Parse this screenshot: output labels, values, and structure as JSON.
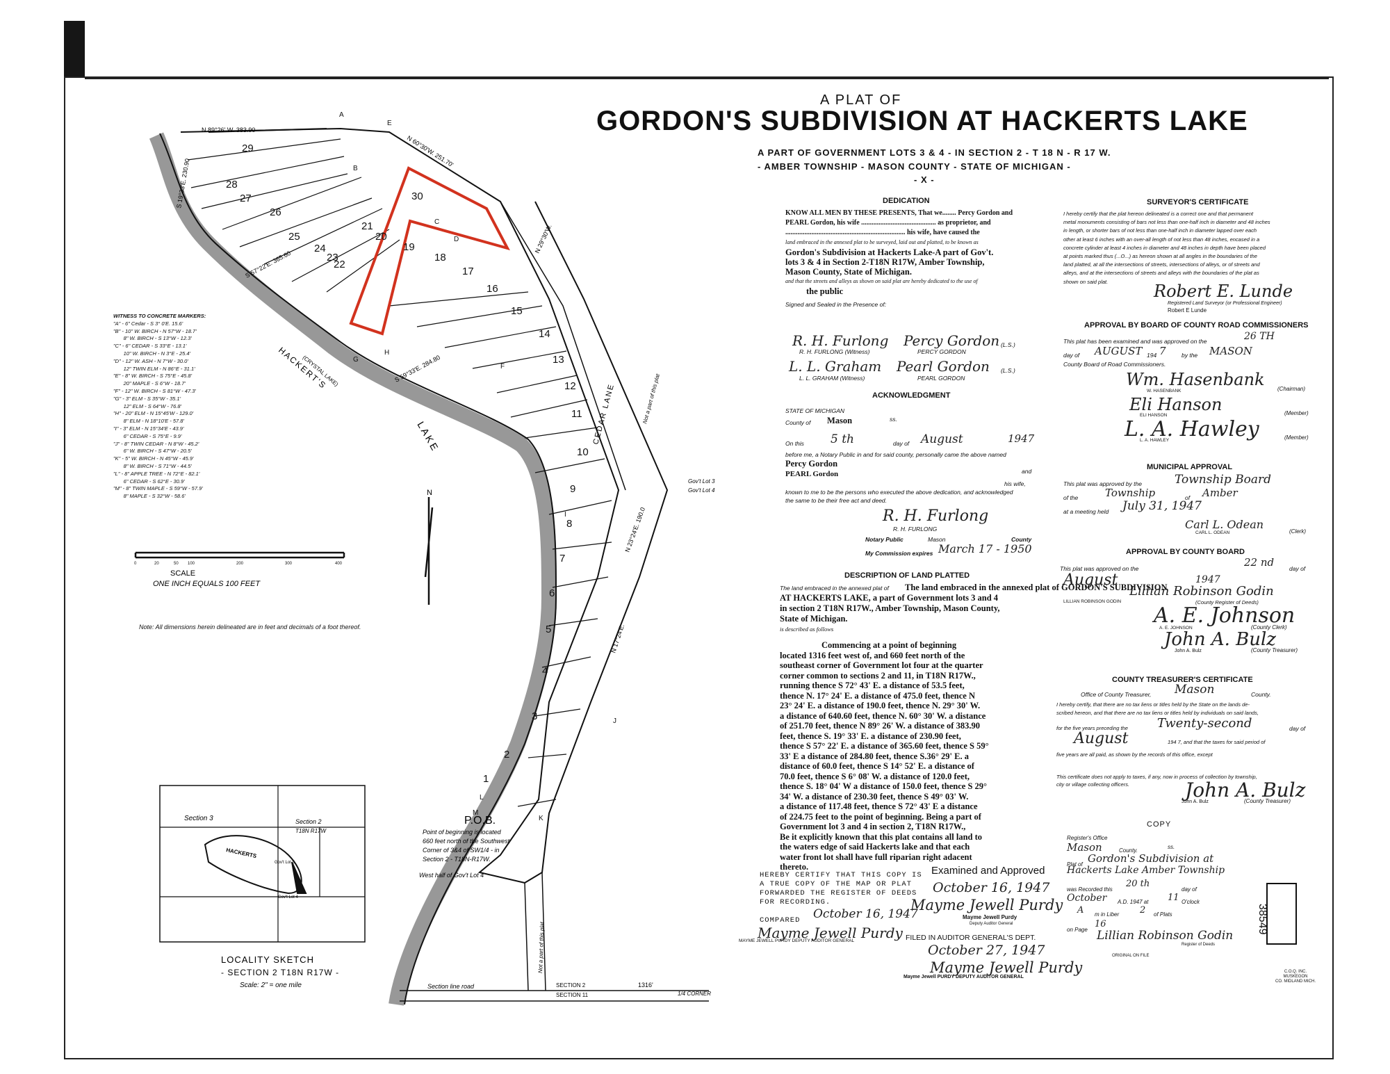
{
  "header": {
    "plat_of": "A PLAT OF",
    "title": "GORDON'S   SUBDIVISION   AT  HACKERTS  LAKE",
    "subtitle_1": "A  PART  OF  GOVERNMENT  LOTS  3  &  4 - IN  SECTION  2 - T 18 N - R 17 W.",
    "subtitle_2": "- AMBER  TOWNSHIP  -  MASON  COUNTY  -  STATE  OF  MICHIGAN -",
    "subtitle_3": "- X -"
  },
  "dedication": {
    "title": "DEDICATION",
    "lines": [
      "KNOW ALL MEN BY THESE PRESENTS, That we........ Percy Gordon and",
      "PEARL  Gordon, his wife ........................................... as proprietor, and",
      "..................................................................... his wife, have caused the",
      "land embraced in the annexed plat to be surveyed, laid out and platted, to be known as",
      "Gordon's Subdivision at Hackerts Lake-A part of Gov't.",
      "lots 3 & 4 in Section 2-T18N R17W, Amber Township,",
      "Mason County, State of Michigan.",
      "and that the streets and alleys as shown on said plat are hereby dedicated to the use of",
      "the public"
    ],
    "signed_label": "Signed and Sealed in the Presence of:",
    "witness_1": "R. H. FURLONG (Witness)",
    "witness_2": "L. L. GRAHAM (Witness)",
    "signer_1": "PERCY  GORDON",
    "signer_2": "PEARL  GORDON",
    "ls": "(L.S.)"
  },
  "acknowledgment": {
    "title": "ACKNOWLEDGMENT",
    "state": "STATE OF MICHIGAN",
    "county_label": "County of",
    "county": "Mason",
    "ss": "ss.",
    "on_this": "On this",
    "day": "5 th",
    "day_of": "day of",
    "month": "August",
    "year": "1947",
    "before_me": "before me, a Notary Public in and for said county, personally came the above named",
    "name_1": "Percy Gordon",
    "name_2": "PEARL  Gordon",
    "his_wife": "his wife,",
    "known": "known to me to be the persons who executed the above dedication, and acknowledged",
    "known_2": "the same to be their free act and deed.",
    "notary_name": "R. H. FURLONG",
    "notary_label": "Notary Public",
    "notary_county": "Mason",
    "county_word": "County",
    "commission_label": "My Commission expires",
    "commission_date": "March 17 - 1950"
  },
  "description": {
    "title": "DESCRIPTION OF LAND PLATTED",
    "intro": [
      "The land embraced in the annexed plat of GORDON'S SUBDIVISION",
      "AT HACKERTS LAKE, a part of Government lots 3 and 4",
      "in section 2 T18N  R17W., Amber Township, Mason County,",
      "State of Michigan.",
      "is described as follows"
    ],
    "body": [
      "Commencing at a point of beginning",
      "located 1316 feet west of, and 660 feet north of the",
      "southeast corner of Government lot four at the quarter",
      "corner common to sections 2 and 11, in T18N  R17W.,",
      "running thence  S 72° 43' E. a distance of 53.5 feet,",
      "thence N. 17° 24' E. a distance of 475.0 feet, thence N",
      "23° 24' E. a distance of 190.0 feet, thence N. 29° 30' W.",
      "a distance of 640.60 feet, thence N. 60° 30' W. a distance",
      "of 251.70 feet, thence N 89° 26' W. a distance of 383.90",
      "feet, thence S. 19° 33' E. a distance of 230.90 feet,",
      "thence S 57° 22' E. a distance of 365.60 feet, thence S 59°",
      "33' E a distance of 284.80 feet, thence S.36° 29' E. a",
      "distance of 60.0 feet, thence S 14° 52' E. a distance of",
      "70.0 feet, thence S 6° 08' W. a distance of 120.0 feet,",
      "thence S. 18° 04' W a distance of 150.0 feet, thence S 29°",
      "34' W. a distance of 230.30 feet,  thence S 49° 03' W.",
      "a distance of 117.48 feet,  thence S 72° 43' E a distance",
      "of 224.75 feet to the point of beginning.  Being a part of",
      "Government lot 3 and 4 in section 2,  T18N  R17W.,",
      "Be it explicitly known that this plat contains all land to",
      "the waters edge of said Hackerts lake and that each",
      "water front lot shall have full riparian     right adacent",
      "thereto."
    ]
  },
  "surveyor": {
    "title": "SURVEYOR'S CERTIFICATE",
    "lines": [
      "I hereby certify that the plat hereon delineated is a correct one and that permanent",
      "metal monuments consisting of bars not less than one-half inch in diameter and 48 inches",
      "in length, or shorter bars of not less than one-half inch in diameter lapped over each",
      "other at least 6 inches with an over-all length of not less than 48 inches, encased in a",
      "concrete cylinder at least 4 inches in diameter and 48 inches in depth have been placed",
      "at points marked thus (...O...) as hereon shown at all angles in the boundaries of the",
      "land platted, at all the intersections of streets, intersections of alleys, or of streets and",
      "alleys, and at the intersections of streets and alleys with the boundaries of the plat as",
      "shown on said plat."
    ],
    "sig": "Robert E. Lunde",
    "label": "Registered Land Surveyor (or Professional Engineer)",
    "name": "Robert E Lunde"
  },
  "road_commission": {
    "title": "APPROVAL BY BOARD OF COUNTY ROAD COMMISSIONERS",
    "line_1": "This plat has been examined and was approved on the",
    "day": "26 TH",
    "day_of": "day of",
    "month": "AUGUST",
    "year_prefix": "194",
    "year_suffix": "7",
    "by_the": "by the",
    "county": "MASON",
    "line_2": "County Board of Road Commissioners.",
    "members": [
      {
        "sig": "Wm. Hasenbank",
        "name": "W. HASENBANK",
        "role": "(Chairman)"
      },
      {
        "sig": "Eli Hanson",
        "name": "ELI  HANSON",
        "role": "(Member)"
      },
      {
        "sig": "L. A. Hawley",
        "name": "L. A. HAWLEY",
        "role": "(Member)"
      }
    ]
  },
  "municipal": {
    "title": "MUNICIPAL APPROVAL",
    "line_1": "This plat was approved by the",
    "body": "Township Board",
    "of_the": "of the",
    "kind": "Township",
    "of": "of",
    "place": "Amber",
    "meeting": "at a meeting held",
    "date": "July 31, 1947",
    "sig": "Carl L. Odean",
    "name": "CARL  L.  ODEAN",
    "role": "(Clerk)"
  },
  "county_board": {
    "title": "APPROVAL BY COUNTY BOARD",
    "line_1": "This plat was approved on the",
    "day": "22 nd",
    "day_of": "day of",
    "month": "August",
    "year": "1947",
    "sig_1": "Lillian Robinson Godin",
    "role_1": "(County Register of Deeds)",
    "name_1": "LILLIAN  ROBINSON  GODIN",
    "sig_2": "A. E. Johnson",
    "name_2": "A. E. JOHNSON",
    "role_2": "(County Clerk)",
    "sig_3": "John A. Bulz",
    "name_3": "John A. Bulz",
    "role_3": "(County Treasurer)"
  },
  "treasurer": {
    "title": "COUNTY TREASURER'S CERTIFICATE",
    "office": "Office of County Treasurer,",
    "county": "Mason",
    "county_word": "County.",
    "lines": [
      "I hereby certify, that there are no tax liens or titles held by the State on the lands de-",
      "scribed hereon, and that there are no tax liens or titles held by individuals on said lands,",
      "for the five years preceding the",
      "five years are all paid, as shown by the records of this office, except",
      "This certificate does not apply to taxes, if any, now in process of collection by township,",
      "city or village collecting officers."
    ],
    "preceding_day": "Twenty-second",
    "day_of": "day of",
    "month": "August",
    "year_text": "194 7, and that the taxes for said period of",
    "sig": "John A. Bulz",
    "name": "John A. Bulz",
    "role": "(County Treasurer)"
  },
  "copy_box": {
    "title": "COPY",
    "office": "Register's Office",
    "county": "Mason",
    "county_word": "County.",
    "ss": "ss.",
    "plat_of": "Plat of",
    "plat_name_1": "Gordon's Subdivision at",
    "plat_name_2": "Hackerts Lake  Amber Township",
    "recorded": "was Recorded this",
    "rec_day": "20 th",
    "day_of": "day of",
    "rec_month": "October",
    "ad": "A.D. 1947 at",
    "hour": "11",
    "oclock": "O'clock",
    "liber_a": "A",
    "liber_label": "m in Liber",
    "liber": "2",
    "of_plats": "of Plats",
    "on_page": "on Page",
    "page": "16",
    "sig": "Lillian Robinson Godin",
    "role": "Register of Deeds",
    "original": "ORIGINAL ON FILE"
  },
  "examined": {
    "title": "Examined and Approved",
    "date": "October 16, 1947",
    "sig": "Mayme Jewell Purdy",
    "name": "Mayme Jewell Purdy",
    "role": "Deputy Auditor General",
    "filed": "FILED IN AUDITOR GENERAL'S DEPT.",
    "filed_date": "October 27, 1947",
    "sig_2": "Mayme Jewell Purdy",
    "name_2": "Mayme Jewell PURDY  DEPUTY AUDITOR GENERAL"
  },
  "certify": {
    "lines": [
      "HEREBY CERTIFY THAT THIS COPY IS",
      "A  TRUE COPY OF THE MAP OR PLAT",
      "FORWARDED THE REGISTER OF DEEDS",
      "FOR RECORDING."
    ],
    "compared": "COMPARED",
    "date": "October 16, 1947",
    "sig": "Mayme Jewell Purdy",
    "name": "MAYME  JEWELL  PURDY   DEPUTY AUDITOR GENERAL"
  },
  "stamp": "38549",
  "publisher": [
    "C.O.Q.  INC.",
    "MUSKEGON",
    "CO.  MIDLAND  MICH."
  ],
  "map": {
    "scale_title": "SCALE",
    "scale_text": "ONE  INCH  EQUALS  100  FEET",
    "scale_ticks": [
      "0",
      "20",
      "50",
      "100",
      "200",
      "300",
      "400"
    ],
    "note": "Note: All dimensions herein delineated are in feet and decimals of a foot thereof.",
    "witness_title": "WITNESS TO CONCRETE MARKERS:",
    "witness": [
      "\"A\" - 6\" Cedar - S 3° 0'E. 15.6'",
      "\"B\" - 10\" W. BIRCH - N 57°W - 18.7'",
      "       8\" W. BIRCH - S 13°W - 12.3'",
      "\"C\" - 6\" CEDAR - S 33°E - 13.1'",
      "       10\" W. BIRCH - N 3°E - 25.4'",
      "\"D\" - 12\" W. ASH - N 7°W - 30.0'",
      "       12\" TWIN ELM - N 86°E - 31.1'",
      "\"E\" - 8\" W. BIRCH - S 75°E - 45.8'",
      "       20\" MAPLE - S 6°W - 18.7'",
      "\"F\" - 12\" W. BIRCH - S 81°W - 47.3'",
      "\"G\" - 3\" ELM - S 35°W - 35.1'",
      "       12\" ELM - S 64°W - 76.8'",
      "\"H\" - 20\" ELM - N 15°45'W - 129.0'",
      "       8\" ELM - N 18°10'E - 57.8'",
      "\"I\" - 3\" ELM - N 15°34'E - 43.9'",
      "       6\" CEDAR - S 75°E - 9.9'",
      "\"J\" - 8\" TWIN CEDAR - N 8°W - 45.2'",
      "       6\" W. BIRCH - S 47°W - 20.5'",
      "\"K\" - 5\" W. BIRCH - N 45°W - 45.9'",
      "       8\" W. BIRCH - S 71°W - 44.5'",
      "\"L\" - 8\" APPLE TREE - N 72°E - 82.1'",
      "       6\" CEDAR - S 62°E - 30.9'",
      "\"M\" - 8\" TWIN MAPLE - S 59°W - 57.9'",
      "       8\" MAPLE - S 32°W - 58.6'"
    ],
    "lake_1": "HACKERT'S",
    "lake_2": "(CRYSTAL LAKE)",
    "lake_3": "LAKE",
    "cedar_lane": "CEDAR  LANE",
    "pob": "P.O.B.",
    "pob_note": [
      "Point of beginning is located",
      "660 feet north of the Southwest",
      "Corner of 3&4 of SW1/4 - in",
      "Section 2 - T18N-R17W."
    ],
    "west_half": "West half of Gov't Lot 4",
    "section_line": "Section line road",
    "section_2": "SECTION 2",
    "section_11": "SECTION 11",
    "d1316": "1316'",
    "quarter": "1/4 CORNER",
    "govt_lot_3": "Gov't Lot 3",
    "govt_lot_4": "Gov't Lot 4",
    "not_part": "Not a part of this plat",
    "bearing_top": "N 89°26' W.    383.90",
    "bearing_2": "N 60°30'W.  251.70'",
    "bearing_3": "N 29°30'W.",
    "bearing_left": "S 19°33'E.  230.90",
    "bearing_mid": "S 57°22'E.  365.60",
    "bearing_mid2": "S 59°33'E.  284.80",
    "bearing_right_1": "N 23°24'E.  190.0",
    "bearing_right_2": "N 17°24'E.",
    "north": "N",
    "locality": {
      "title": "LOCALITY   SKETCH",
      "sub": "- SECTION 2   T18N R17W -",
      "scale": "Scale: 2\" = one mile",
      "section_3": "Section 3",
      "section_2": "Section 2",
      "t18n": "T18N R17W",
      "hackerts": "HACKERTS",
      "lot3": "Gov't Lot 3",
      "lot4": "Gov't Lot 4"
    },
    "markers": [
      "A",
      "B",
      "C",
      "D",
      "E",
      "F",
      "G",
      "H",
      "I",
      "J",
      "K",
      "L",
      "M"
    ],
    "lots": [
      "1",
      "2",
      "3",
      "4",
      "5",
      "6",
      "7",
      "8",
      "9",
      "10",
      "11",
      "12",
      "13",
      "14",
      "15",
      "16",
      "17",
      "18",
      "19",
      "20",
      "21",
      "22",
      "23",
      "24",
      "25",
      "26",
      "27",
      "28",
      "29",
      "30"
    ],
    "highlight_color": "#d2321e"
  }
}
